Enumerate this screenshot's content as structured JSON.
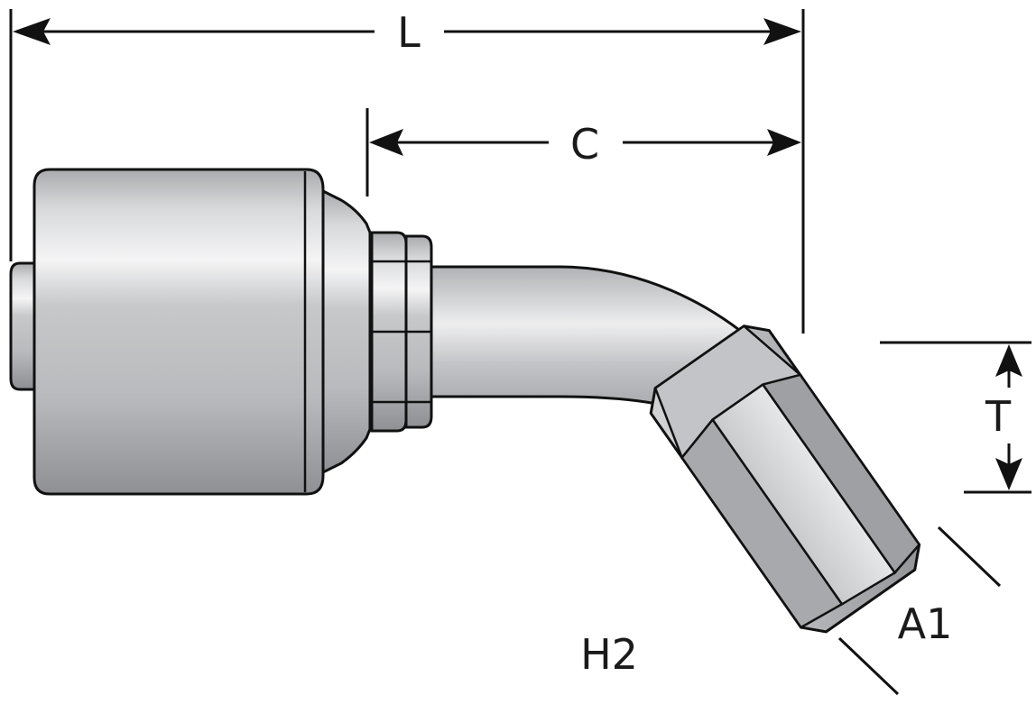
{
  "labels": {
    "length": "L",
    "cutoff": "C",
    "thread": "T",
    "angle": "A1",
    "hex": "H2"
  }
}
